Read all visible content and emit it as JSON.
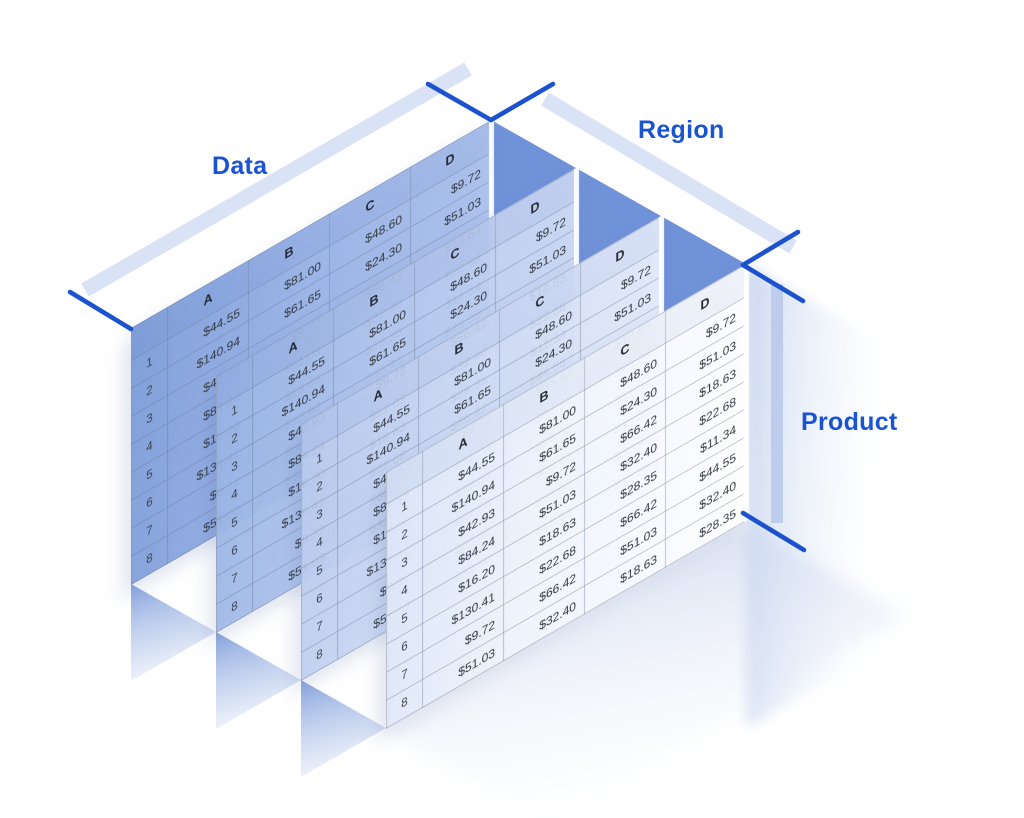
{
  "illustration": {
    "accent_color": "#1a53d3",
    "axes": {
      "data_label": "Data",
      "region_label": "Region",
      "product_label": "Product"
    },
    "sheet_count": 4,
    "sheet": {
      "corner_label": "",
      "columns": [
        "A",
        "B",
        "C",
        "D"
      ],
      "row_numbers": [
        "1",
        "2",
        "3",
        "4",
        "5",
        "6",
        "7",
        "8"
      ],
      "rows": [
        [
          "$44.55",
          "$81.00",
          "$48.60",
          "$9.72"
        ],
        [
          "$140.94",
          "$61.65",
          "$24.30",
          "$51.03"
        ],
        [
          "$42.93",
          "$9.72",
          "$66.42",
          "$18.63"
        ],
        [
          "$84.24",
          "$51.03",
          "$32.40",
          "$22.68"
        ],
        [
          "$16.20",
          "$18.63",
          "$28.35",
          "$11.34"
        ],
        [
          "$130.41",
          "$22.68",
          "$66.42",
          "$44.55"
        ],
        [
          "$9.72",
          "$66.42",
          "$51.03",
          "$32.40"
        ],
        [
          "$51.03",
          "$32.40",
          "$18.63",
          "$28.35"
        ]
      ]
    }
  }
}
